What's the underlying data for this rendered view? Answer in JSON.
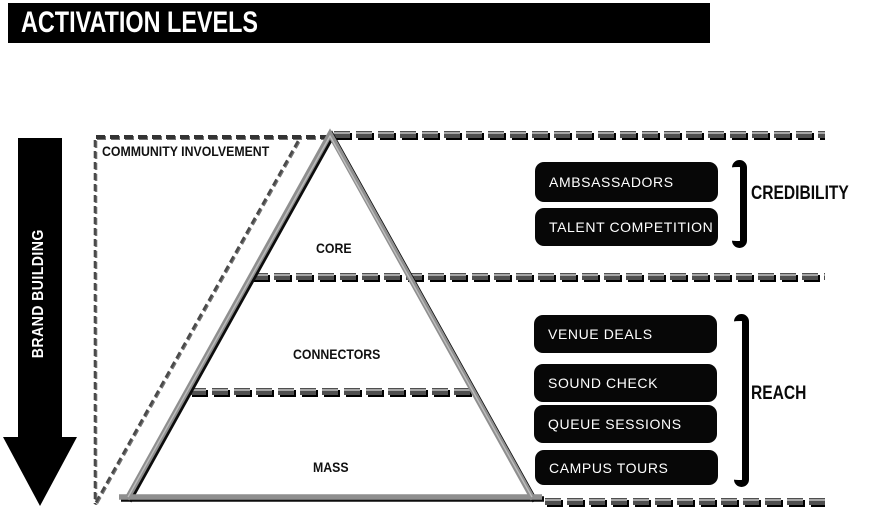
{
  "title": "ACTIVATION LEVELS",
  "brand_arrow": {
    "label": "BRAND BUILDING"
  },
  "outer_layer": {
    "label": "COMMUNITY INVOLVEMENT"
  },
  "pyramid_levels": [
    {
      "label": "CORE"
    },
    {
      "label": "CONNECTORS"
    },
    {
      "label": "MASS"
    }
  ],
  "groups": [
    {
      "label": "CREDIBILITY",
      "items": [
        "AMBSASSADORS",
        "TALENT COMPETITION"
      ]
    },
    {
      "label": "REACH",
      "items": [
        "VENUE DEALS",
        "SOUND CHECK",
        "QUEUE SESSIONS",
        "CAMPUS TOURS"
      ]
    }
  ],
  "colors": {
    "title_bar_bg": "#000000",
    "title_text": "#ffffff",
    "box_bg": "#070707",
    "box_text": "#ffffff",
    "pyramid_stroke": "#8f8f8f",
    "dash_color": "#4f4f4f",
    "arrow_bg": "#000000"
  }
}
